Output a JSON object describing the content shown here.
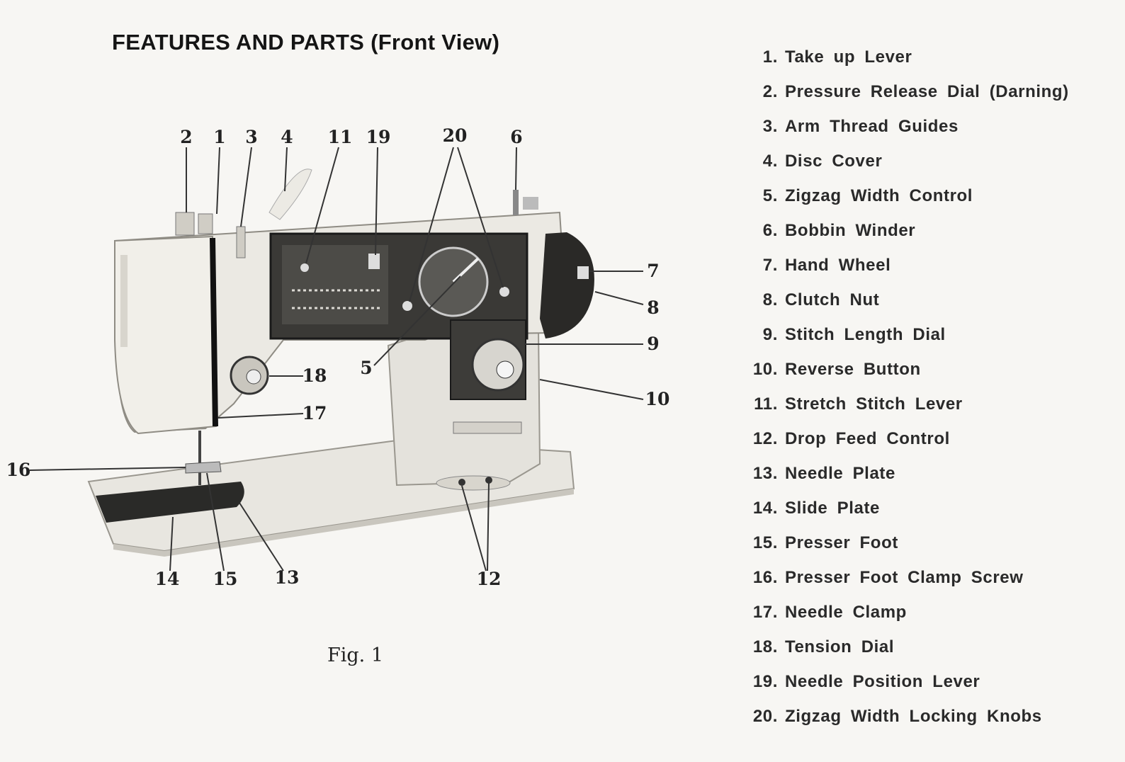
{
  "header": {
    "title": "FEATURES AND PARTS  (Front View)"
  },
  "figure": {
    "caption": "Fig. 1",
    "callouts": [
      "2",
      "1",
      "3",
      "4",
      "11",
      "19",
      "20",
      "6",
      "7",
      "8",
      "9",
      "18",
      "5",
      "10",
      "17",
      "16",
      "14",
      "15",
      "13",
      "12"
    ]
  },
  "parts": [
    {
      "num": "1.",
      "name": "Take up Lever"
    },
    {
      "num": "2.",
      "name": "Pressure Release Dial (Darning)"
    },
    {
      "num": "3.",
      "name": "Arm Thread Guides"
    },
    {
      "num": "4.",
      "name": "Disc Cover"
    },
    {
      "num": "5.",
      "name": "Zigzag Width Control"
    },
    {
      "num": "6.",
      "name": "Bobbin Winder"
    },
    {
      "num": "7.",
      "name": "Hand Wheel"
    },
    {
      "num": "8.",
      "name": "Clutch Nut"
    },
    {
      "num": "9.",
      "name": "Stitch Length Dial"
    },
    {
      "num": "10.",
      "name": "Reverse Button"
    },
    {
      "num": "11.",
      "name": "Stretch Stitch Lever"
    },
    {
      "num": "12.",
      "name": "Drop Feed Control"
    },
    {
      "num": "13.",
      "name": "Needle Plate"
    },
    {
      "num": "14.",
      "name": "Slide Plate"
    },
    {
      "num": "15.",
      "name": "Presser Foot"
    },
    {
      "num": "16.",
      "name": "Presser Foot Clamp Screw"
    },
    {
      "num": "17.",
      "name": "Needle Clamp"
    },
    {
      "num": "18.",
      "name": "Tension Dial"
    },
    {
      "num": "19.",
      "name": "Needle Position Lever"
    },
    {
      "num": "20.",
      "name": "Zigzag Width Locking Knobs"
    }
  ]
}
